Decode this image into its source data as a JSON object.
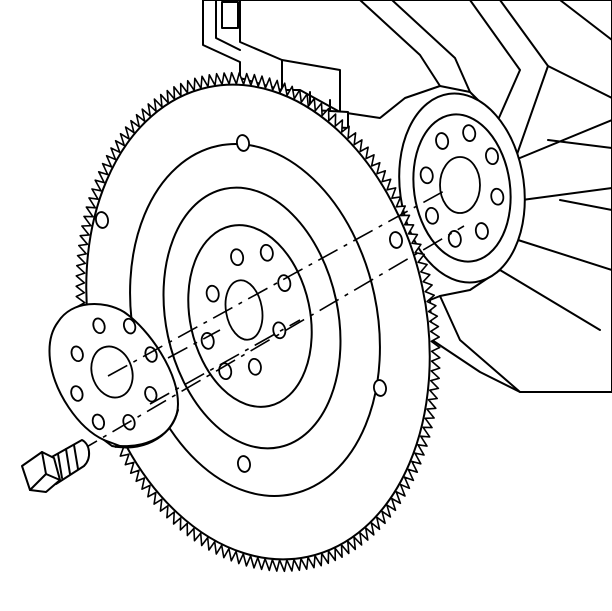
{
  "diagram": {
    "parts": [
      "engine-block",
      "crankshaft-flange",
      "flywheel",
      "ring-gear",
      "reinforcement-plate",
      "flywheel-bolt"
    ],
    "colors": {
      "line": "#000000",
      "background": "#ffffff"
    },
    "counts": {
      "flywheel_bolt_holes": 8,
      "plate_holes": 8,
      "outer_flywheel_holes": 6
    }
  }
}
